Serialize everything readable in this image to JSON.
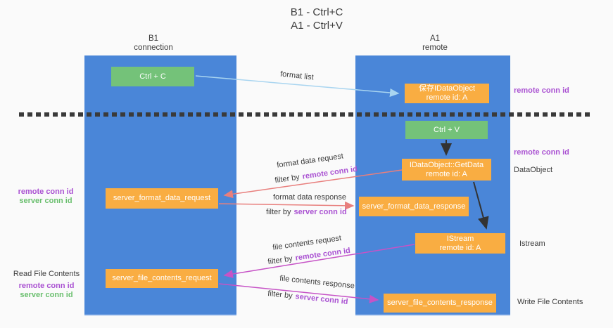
{
  "title": {
    "line1": "B1 - Ctrl+C",
    "line2": "A1 - Ctrl+V"
  },
  "columns": {
    "left": {
      "name": "B1",
      "role": "connection"
    },
    "right": {
      "name": "A1",
      "role": "remote"
    }
  },
  "boxes": {
    "ctrl_c": {
      "label": "Ctrl + C"
    },
    "save_idataobject": {
      "line1": "保存IDataObject",
      "line2": "remote id: A"
    },
    "ctrl_v": {
      "label": "Ctrl + V"
    },
    "getdata": {
      "line1": "IDataObject::GetData",
      "line2": "remote id: A"
    },
    "format_request": {
      "label": "server_format_data_request"
    },
    "format_response": {
      "label": "server_format_data_response"
    },
    "istream": {
      "line1": "IStream",
      "line2": "remote id: A"
    },
    "file_request": {
      "label": "server_file_contents_request"
    },
    "file_response": {
      "label": "server_file_contents_response"
    }
  },
  "labels": {
    "format_list": "format list",
    "format_data_request": "format data request",
    "format_data_response": "format data response",
    "file_contents_request": "file contents request",
    "file_contents_response": "file contents response",
    "filter_by": "filter by",
    "remote_conn_id": "remote conn id",
    "server_conn_id": "server conn id",
    "read_file_contents": "Read File Contents",
    "write_file_contents": "Write File Contents",
    "dataobject": "DataObject",
    "istream": "Istream"
  },
  "colors": {
    "column_blue": "#4a86d8",
    "box_green": "#74c279",
    "box_orange": "#f9ad42",
    "arrow_black": "#333333",
    "arrow_salmon": "#e87f7d",
    "arrow_magenta": "#c653c6",
    "arrow_lightblue": "#a9d5f0",
    "text_purple": "#aa52d2",
    "text_green": "#6abf6e",
    "text_dark": "#3c3c3c"
  }
}
